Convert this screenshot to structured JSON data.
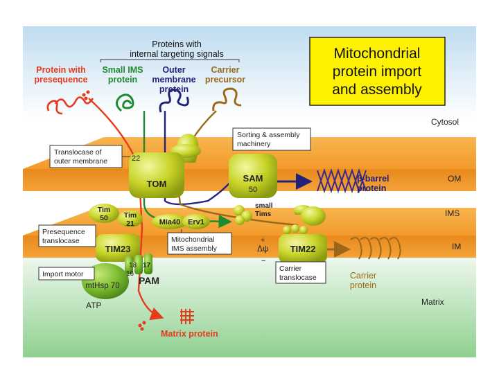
{
  "title": [
    "Mitochondrial",
    "protein import",
    "and assembly"
  ],
  "header": {
    "group_label": [
      "Proteins with",
      "internal targeting signals"
    ],
    "presequence": [
      "Protein with",
      "presequence"
    ],
    "small_ims": [
      "Small IMS",
      "protein"
    ],
    "outer_membrane": [
      "Outer",
      "membrane",
      "protein"
    ],
    "carrier_precursor": [
      "Carrier",
      "precursor"
    ]
  },
  "regions": {
    "cytosol": "Cytosol",
    "om": "OM",
    "ims": "IMS",
    "im": "IM",
    "matrix": "Matrix"
  },
  "complexes": {
    "tom": "TOM",
    "tom_sub": "22",
    "sam": "SAM",
    "sam_sub": "50",
    "tim50": [
      "Tim",
      "50"
    ],
    "tim21": [
      "Tim",
      "21"
    ],
    "tim23": "TIM23",
    "tim22": "TIM22",
    "mia40": "Mia40",
    "erv1": "Erv1",
    "small_tims": [
      "small",
      "Tims"
    ],
    "pam": "PAM",
    "pam_18": "18",
    "pam_17": "17",
    "pam_16": "16",
    "mthsp70": "mtHsp 70",
    "atp": "ATP",
    "delta_psi": "Δψ",
    "plus": "+",
    "minus": "−"
  },
  "boxes": {
    "tom_translocase": [
      "Translocase of",
      "outer membrane"
    ],
    "sorting": [
      "Sorting & assembly",
      "machinery"
    ],
    "presequence_translocase": [
      "Presequence",
      "translocase"
    ],
    "mitochondrial_ims": [
      "Mitochondrial",
      "IMS assembly"
    ],
    "import_motor": "Import motor",
    "carrier_translocase": [
      "Carrier",
      "translocase"
    ]
  },
  "products": {
    "beta_barrel": [
      "β-barrel",
      "protein"
    ],
    "carrier_protein": [
      "Carrier",
      "protein"
    ],
    "matrix_protein": "Matrix protein"
  },
  "colors": {
    "presequence": "#e53a1c",
    "small_ims": "#1e8a2e",
    "outer_membrane": "#22227a",
    "carrier": "#9a6818",
    "membrane": "#f2a02a",
    "complex": "#c8d428",
    "title_box": "#fff200"
  }
}
